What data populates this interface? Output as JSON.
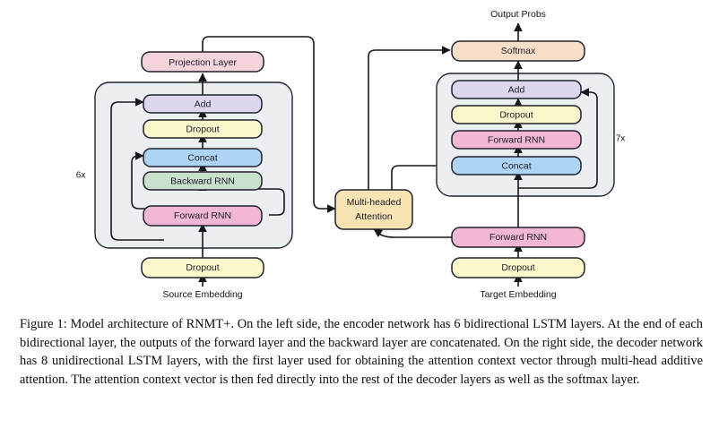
{
  "figure": {
    "id": "figure-1",
    "encoder": {
      "repeat_label": "6x",
      "input_label": "Source Embedding",
      "output_block": "Projection Layer",
      "input_dropout": "Dropout",
      "layers": [
        {
          "name": "Add",
          "color": "#dcd6ef"
        },
        {
          "name": "Dropout",
          "color": "#fbf8cc"
        },
        {
          "name": "Concat",
          "color": "#aed4f5"
        },
        {
          "name": "Backward RNN",
          "color": "#c8e0cc"
        },
        {
          "name": "Forward RNN",
          "color": "#f2b8d3"
        }
      ]
    },
    "attention": {
      "line1": "Multi-headed",
      "line2": "Attention",
      "color": "#f8e3b2"
    },
    "decoder": {
      "repeat_label": "7x",
      "input_label": "Target Embedding",
      "output_label": "Output Probs",
      "softmax": "Softmax",
      "softmax_color": "#fadfc8",
      "input_dropout": "Dropout",
      "first_rnn": "Forward RNN",
      "layers": [
        {
          "name": "Add",
          "color": "#dcd6ef"
        },
        {
          "name": "Dropout",
          "color": "#fbf8cc"
        },
        {
          "name": "Forward RNN",
          "color": "#f2b8d3"
        },
        {
          "name": "Concat",
          "color": "#aed4f5"
        }
      ]
    },
    "colors": {
      "projection_layer": "#f6d4db",
      "group_fill": "#eceff1",
      "stroke": "#20202c",
      "background": "#ffffff"
    }
  },
  "caption": {
    "text": "Figure 1: Model architecture of RNMT+. On the left side, the encoder network has 6 bidirectional LSTM layers. At the end of each bidirectional layer, the outputs of the forward layer and the backward layer are concatenated. On the right side, the decoder network has 8 unidirectional LSTM layers, with the first layer used for obtaining the attention context vector through multi-head additive attention. The attention context vector is then fed directly into the rest of the decoder layers as well as the softmax layer."
  }
}
